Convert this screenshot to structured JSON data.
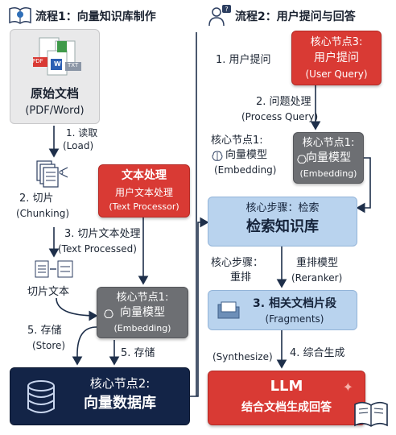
{
  "left_header": {
    "title": "流程1：向量知识库制作"
  },
  "right_header": {
    "title": "流程2：用户提问与回答"
  },
  "nodes": {
    "raw_docs": {
      "title": "原始文档",
      "sub": "(PDF/Word)",
      "badge_pdf": "PDF",
      "badge_w": "W",
      "badge_txt": "TXT"
    },
    "text_proc": {
      "title": "文本处理",
      "line1": "用户文本处理",
      "line2": "(Text Processor)"
    },
    "embed_left": {
      "title": "核心节点1:",
      "line1": "向量模型",
      "line2": "(Embedding)"
    },
    "vector_db": {
      "title": "核心节点2:",
      "line1": "向量数据库"
    },
    "user_query": {
      "title": "核心节点3:",
      "line1": "用户提问",
      "line2": "(User Query)"
    },
    "embed_right": {
      "title": "核心节点1:",
      "line1": "向量模型",
      "line2": "(Embedding)"
    },
    "retrieve": {
      "title": "核心步骤：检索",
      "line1": "检索知识库"
    },
    "fragments": {
      "line1": "3. 相关文档片段",
      "line2": "(Fragments)"
    },
    "llm": {
      "title": "LLM",
      "line1": "结合文档生成回答"
    }
  },
  "labels": {
    "load_1": "1. 读取",
    "load_2": "(Load)",
    "chunk_1": "2. 切片",
    "chunk_2": "(Chunking)",
    "processed_1": "3. 切片文本处理",
    "processed_2": "(Text Processed)",
    "chunk_text": "切片文本",
    "store_1": "5. 存储",
    "store_2": "(Store)",
    "store_arrow": "5. 存储",
    "ask": "1. 用户提问",
    "qp_1": "2. 问题处理",
    "qp_2": "(Process Query)",
    "embed_label_1": "核心节点1:",
    "embed_label_2": "向量模型",
    "embed_label_3": "(Embedding)",
    "rerank_left_1": "核心步骤：",
    "rerank_left_2": "重排",
    "rerank_right_1": "重排模型",
    "rerank_right_2": "(Reranker)",
    "synth_left": "(Synthesize)",
    "synth_right": "4. 综合生成"
  },
  "colors": {
    "red": "#d93a34",
    "gray": "#6d6f73",
    "blue": "#b9d3ee",
    "navy": "#132447",
    "line": "#1e2f4a"
  },
  "icons": [
    "brain-icon",
    "document-stack-icon",
    "chunk-pages-icon",
    "database-icon",
    "folder-icon",
    "book-icon",
    "user-question-icon",
    "text-lines-icon"
  ]
}
